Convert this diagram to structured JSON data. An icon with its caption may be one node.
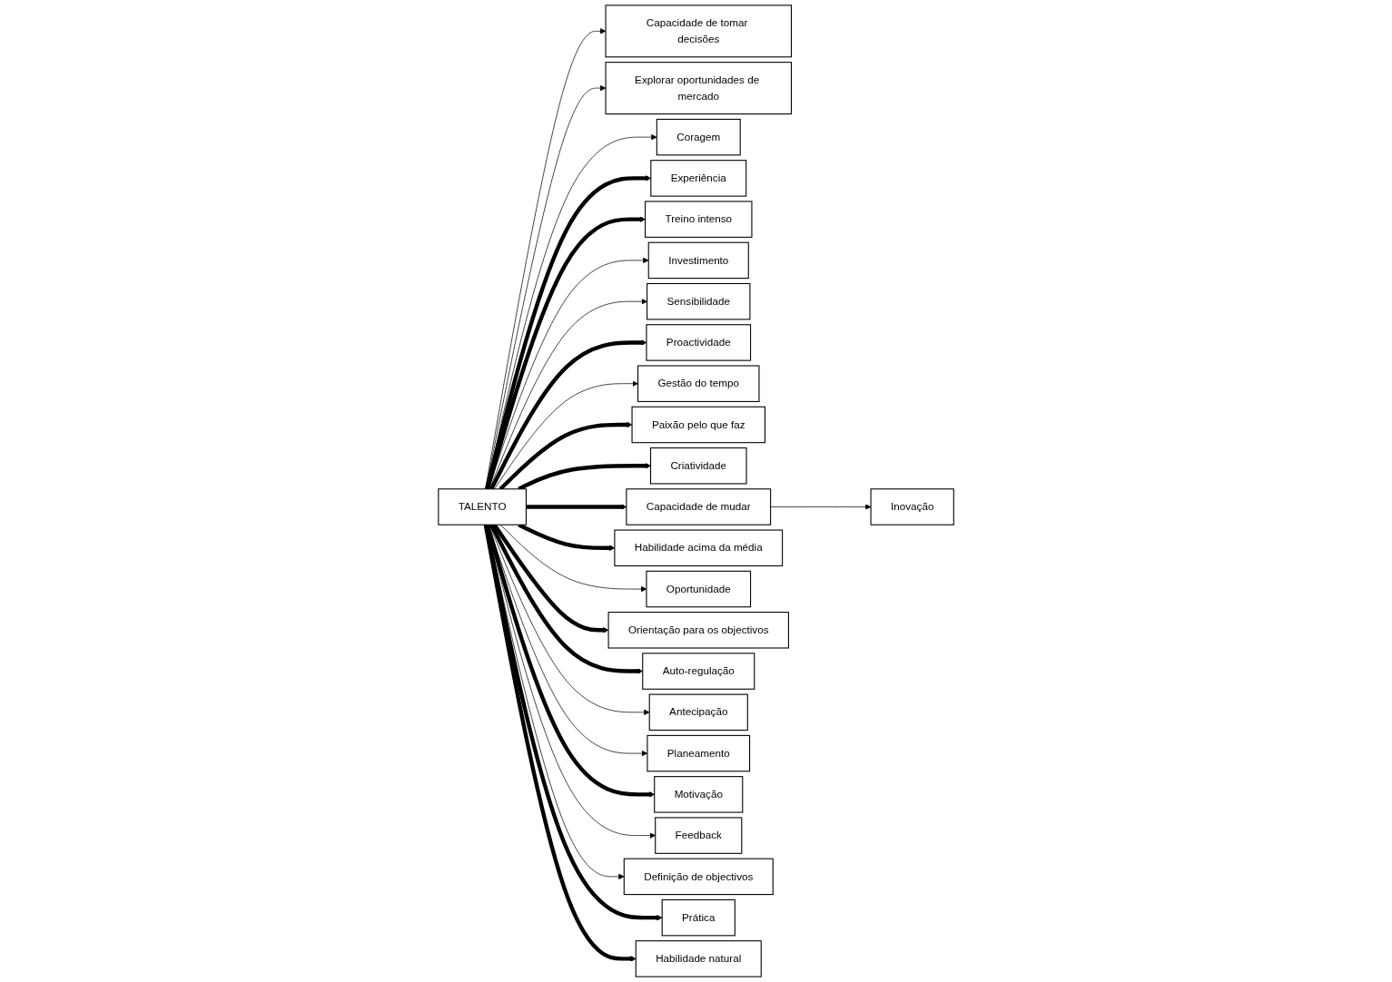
{
  "diagram": {
    "nodes": [
      {
        "text": [
          "Capacidade de tomar decisões"
        ]
      },
      {
        "text": [
          "Explorar oportunidades de mercado"
        ]
      },
      {
        "text": [
          "Coragem"
        ]
      },
      {
        "text": [
          "Experiência"
        ]
      },
      {
        "text": [
          "Treino intenso"
        ]
      },
      {
        "text": [
          "Investimento"
        ]
      },
      {
        "text": [
          "Sensibilidade"
        ]
      },
      {
        "text": [
          "Proactividade"
        ]
      },
      {
        "text": [
          "Gestão do tempo"
        ]
      },
      {
        "text": [
          "TALENTO"
        ]
      },
      {
        "text": [
          "Paixão pelo que faz"
        ]
      },
      {
        "text": [
          "Criatividade"
        ]
      },
      {
        "text": [
          "Capacidade de mudar"
        ]
      },
      {
        "text": [
          "Habilidade acima da média"
        ]
      },
      {
        "text": [
          "Inovação"
        ]
      },
      {
        "text": [
          "Oportunidade"
        ]
      },
      {
        "text": [
          "Orientação para os objectivos"
        ]
      },
      {
        "text": [
          "Auto-regulação"
        ]
      },
      {
        "text": [
          "Antecipação"
        ]
      },
      {
        "text": [
          "Planeamento"
        ]
      },
      {
        "text": [
          "Motivação"
        ]
      },
      {
        "text": [
          "Feedback"
        ]
      },
      {
        "text": [
          "Definição de objectivos"
        ]
      },
      {
        "text": [
          "Prática"
        ]
      },
      {
        "text": [
          "Habilidade natural"
        ]
      }
    ],
    "edges": [
      {
        "from": 9,
        "to": 2,
        "arrow": "to"
      },
      {
        "from": 9,
        "to": 0,
        "arrow": "to"
      },
      {
        "from": 9,
        "to": 1,
        "arrow": "to"
      },
      {
        "from": 9,
        "to": 3,
        "arrow": "to",
        "style": "thick"
      },
      {
        "from": 9,
        "to": 5,
        "arrow": "to"
      },
      {
        "from": 9,
        "to": 7,
        "arrow": "to",
        "style": "thick"
      },
      {
        "from": 9,
        "to": 10,
        "arrow": "to",
        "style": "thick"
      },
      {
        "from": 9,
        "to": 12,
        "arrow": "to",
        "style": "thick"
      },
      {
        "from": 12,
        "to": 14,
        "arrow": "to"
      },
      {
        "from": 9,
        "to": 17,
        "arrow": "to",
        "style": "thick"
      },
      {
        "from": 9,
        "to": 18,
        "arrow": "to"
      },
      {
        "from": 9,
        "to": 20,
        "arrow": "to",
        "style": "thick"
      },
      {
        "from": 9,
        "to": 22,
        "arrow": "to"
      },
      {
        "from": 9,
        "to": 24,
        "arrow": "to",
        "style": "thick"
      },
      {
        "from": 9,
        "to": 23,
        "arrow": "to",
        "style": "thick"
      },
      {
        "from": 9,
        "to": 21,
        "arrow": "to"
      },
      {
        "from": 9,
        "to": 19,
        "arrow": "to"
      },
      {
        "from": 9,
        "to": 16,
        "arrow": "to",
        "style": "thick"
      },
      {
        "from": 9,
        "to": 15,
        "arrow": "to"
      },
      {
        "from": 9,
        "to": 13,
        "arrow": "to",
        "style": "thick"
      },
      {
        "from": 9,
        "to": 11,
        "arrow": "to",
        "style": "thick"
      },
      {
        "from": 9,
        "to": 8,
        "arrow": "to"
      },
      {
        "from": 9,
        "to": 6,
        "arrow": "to"
      },
      {
        "from": 9,
        "to": 4,
        "arrow": "to",
        "style": "thick"
      }
    ]
  }
}
